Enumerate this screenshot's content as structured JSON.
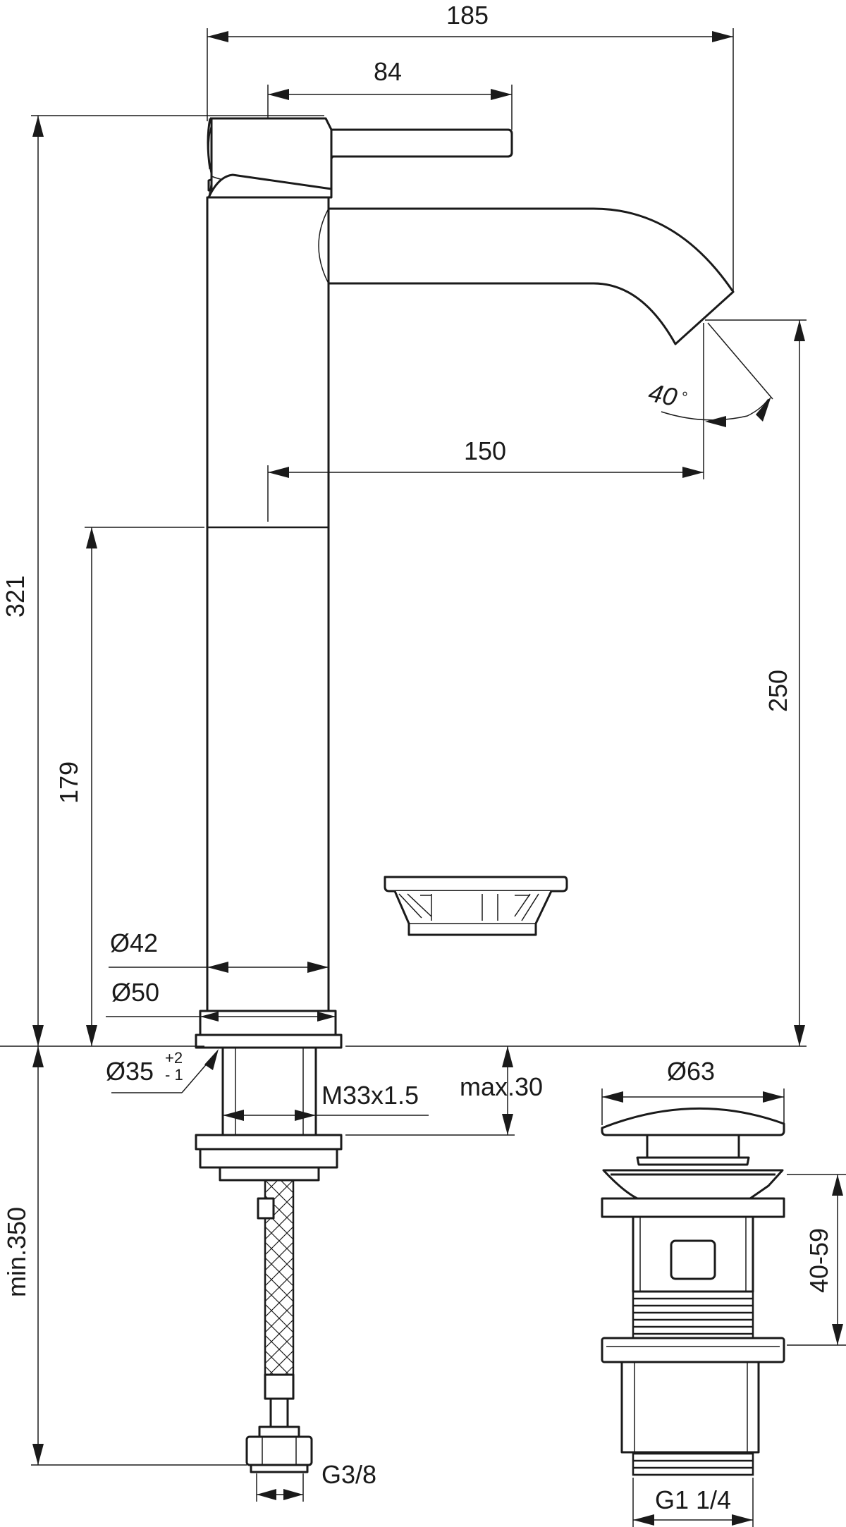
{
  "dimensions": {
    "total_width": "185",
    "lever_reach": "84",
    "total_height": "321",
    "lower_body_height": "179",
    "spout_reach": "150",
    "spout_height": "250",
    "spout_angle": "40",
    "spout_angle_unit": "°",
    "body_diameter": "Ø42",
    "base_diameter": "Ø50",
    "hole_diameter": "Ø35",
    "hole_tolerance_plus": "+2",
    "hole_tolerance_minus": "- 1",
    "thread_size": "M33x1.5",
    "max_deck_thickness": "max.30",
    "min_hose_length": "min.350",
    "hose_connection": "G3/8",
    "waste_cap_diameter": "Ø63",
    "waste_range": "40-59",
    "waste_thread": "G1 1/4"
  },
  "colors": {
    "line": "#1a1a1a",
    "background": "#ffffff"
  }
}
